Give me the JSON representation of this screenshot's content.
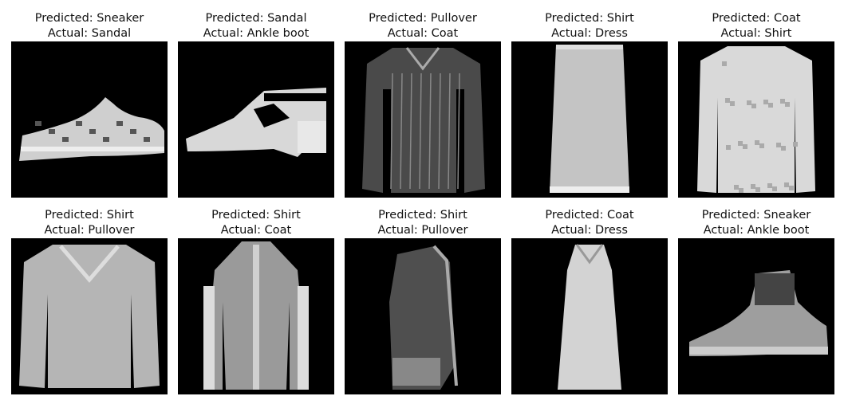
{
  "figure": {
    "panels": [
      {
        "predicted": "Predicted: Sneaker",
        "actual": "Actual: Sandal",
        "item": "sneaker-sandal"
      },
      {
        "predicted": "Predicted: Sandal",
        "actual": "Actual: Ankle boot",
        "item": "ankle-boot-sandal"
      },
      {
        "predicted": "Predicted: Pullover",
        "actual": "Actual: Coat",
        "item": "dark-coat"
      },
      {
        "predicted": "Predicted: Shirt",
        "actual": "Actual: Dress",
        "item": "dress-skirt"
      },
      {
        "predicted": "Predicted: Coat",
        "actual": "Actual: Shirt",
        "item": "light-shirt"
      },
      {
        "predicted": "Predicted: Shirt",
        "actual": "Actual: Pullover",
        "item": "v-neck-pullover"
      },
      {
        "predicted": "Predicted: Shirt",
        "actual": "Actual: Coat",
        "item": "zip-coat"
      },
      {
        "predicted": "Predicted: Shirt",
        "actual": "Actual: Pullover",
        "item": "dark-pullover"
      },
      {
        "predicted": "Predicted: Coat",
        "actual": "Actual: Dress",
        "item": "long-dress"
      },
      {
        "predicted": "Predicted: Sneaker",
        "actual": "Actual: Ankle boot",
        "item": "high-top-boot"
      }
    ],
    "colors": {
      "image_background": "#000000",
      "text": "#111111"
    }
  }
}
